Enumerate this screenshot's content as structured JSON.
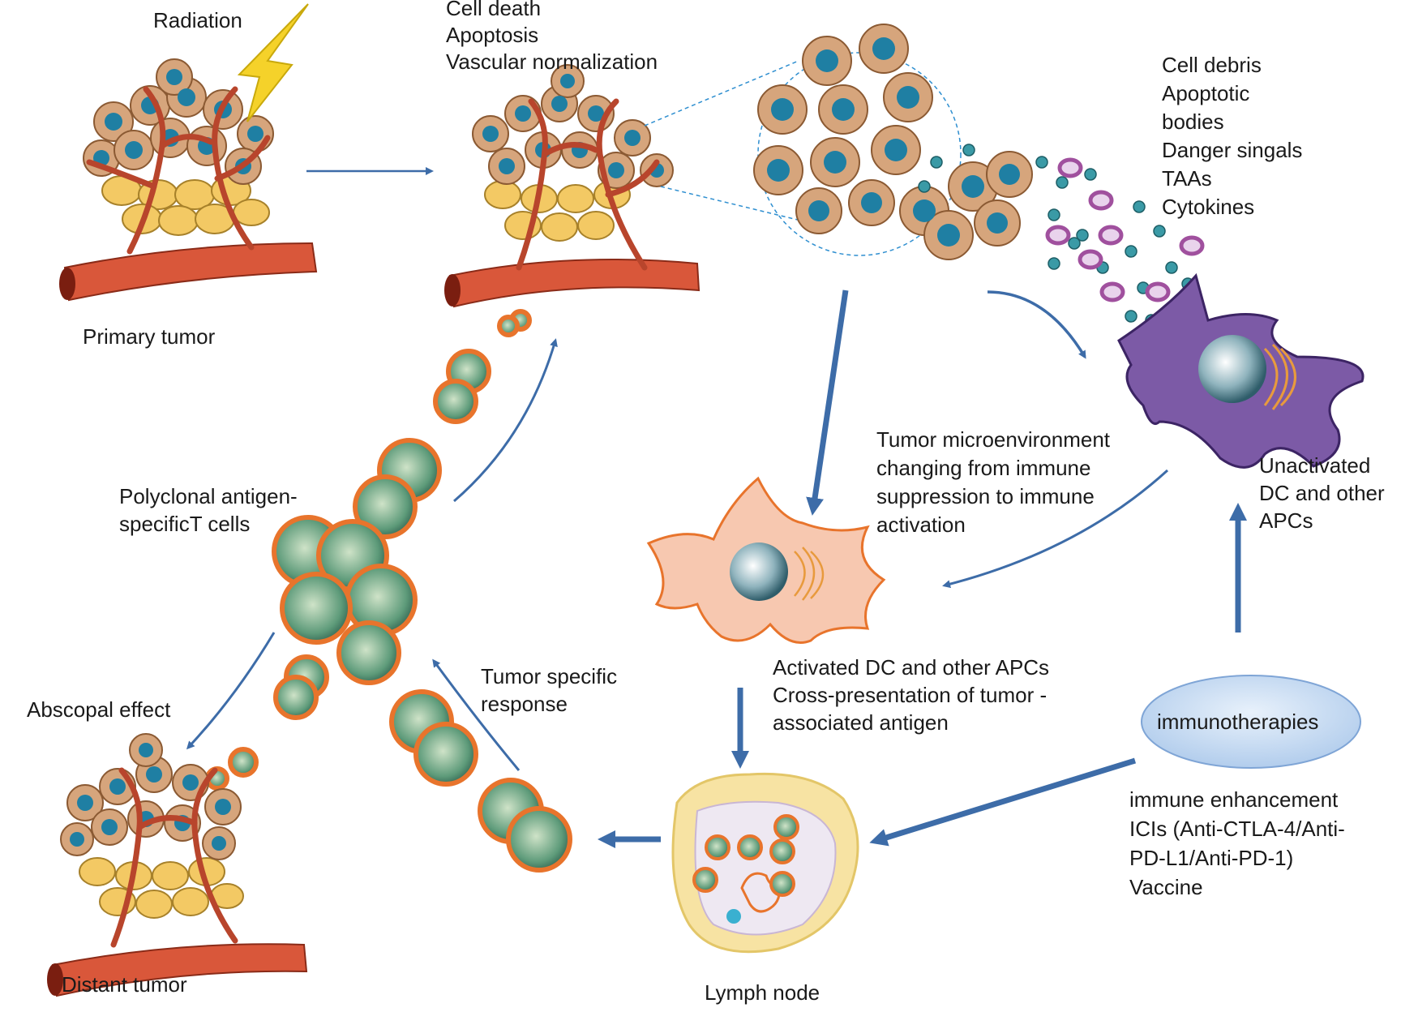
{
  "labels": {
    "radiation": "Radiation",
    "primary_tumor": "Primary tumor",
    "cell_death": [
      "Cell death",
      "Apoptosis",
      "Vascular normalization"
    ],
    "debris": [
      "Cell debris",
      "Apoptotic",
      "bodies",
      "Danger singals",
      "TAAs",
      "Cytokines"
    ],
    "tme": [
      "Tumor microenvironment",
      "changing from immune",
      "suppression to immune",
      "activation"
    ],
    "unactivated": [
      "Unactivated",
      "DC and other",
      "APCs"
    ],
    "polyclonal": [
      "Polyclonal antigen-",
      "specificT cells"
    ],
    "activated": [
      "Activated DC and other APCs",
      "Cross-presentation of tumor -",
      "associated antigen"
    ],
    "tumor_specific": [
      "Tumor specific",
      "response"
    ],
    "abscopal": "Abscopal effect",
    "immunotherapies": "immunotherapies",
    "immune_list": [
      "immune enhancement",
      "ICIs (Anti-CTLA-4/Anti-",
      "PD-L1/Anti-PD-1)",
      "Vaccine"
    ],
    "distant_tumor": "Distant tumor",
    "lymph_node": "Lymph node"
  },
  "colors": {
    "arrow": "#3d6ca8",
    "vessel": "#d9573a",
    "tumor_cell": "#d6a57c",
    "nucleus": "#1f7fa3",
    "normal_cell": "#f3c964",
    "dc_unactivated": "#7c5aa6",
    "dc_activated": "#f7c8b0",
    "t_cell": "#e8742c",
    "particle": "#3a9aa6",
    "vesicle": "#a0509e",
    "ellipse": "#c7ddf3"
  }
}
